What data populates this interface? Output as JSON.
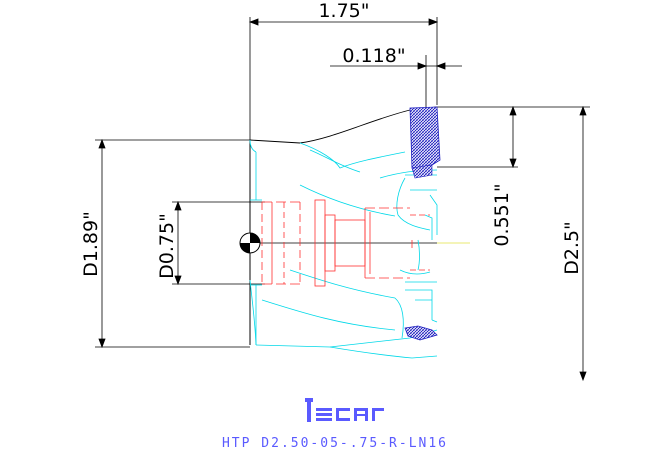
{
  "dimensions": {
    "overall_length": "1.75\"",
    "insert_depth": "0.118\"",
    "max_depth": "0.551\"",
    "shank_diameter": "D1.89\"",
    "bore_diameter": "D0.75\"",
    "cutting_diameter": "D2.5\""
  },
  "logo": "iscar",
  "part_number": "HTP D2.50-05-.75-R-LN16",
  "colors": {
    "dimension_lines": "#000000",
    "dimension_text": "#000000",
    "body_outline": "#00d8e8",
    "bore_outline": "#ff3030",
    "insert_hatch": "#2020c0",
    "logo": "#5a5aff",
    "centerline": "#e0e040"
  }
}
